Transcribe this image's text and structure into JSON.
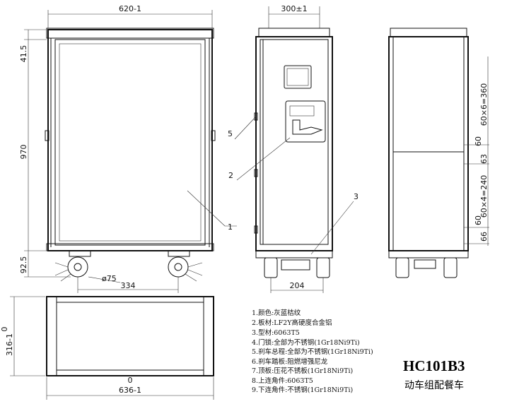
{
  "title": "HC101B3",
  "subtitle": "动车组配餐车",
  "dimensions": {
    "front_width": "620-1",
    "front_height": "970",
    "top_offset": "41.5",
    "bottom_offset": "92.5",
    "wheel_diameter": "ø75",
    "wheel_base_front": "334",
    "side_width": "300±1",
    "wheel_base_side": "204",
    "top_depth": "316-1",
    "top_width": "636-1",
    "zero": "0",
    "chain": [
      "60×6=360",
      "60",
      "63",
      "60×4=240",
      "60",
      "66"
    ]
  },
  "callouts": [
    "1",
    "2",
    "3",
    "5"
  ],
  "notes": [
    "1.颜色:灰蓝桔纹",
    "2.板材:LF2Y高硬度合金铝",
    "3.型材:6063T5",
    "4.门锁:全部为不锈钢(1Gr18Ni9Ti)",
    "5.刹车总程:全部为不锈钢(1Gr18Ni9Ti)",
    "6.刹车踏板:阻燃增强尼龙",
    "7.顶板:压花不锈板(1Gr18Ni9Ti)",
    "8.上连角件:6063T5",
    "9.下连角件:不锈钢(1Gr18Ni9Ti)"
  ]
}
